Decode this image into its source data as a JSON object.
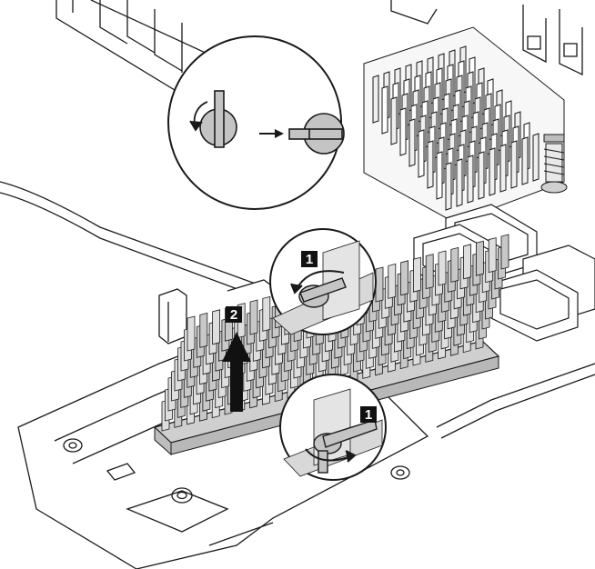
{
  "figure": {
    "steps": [
      {
        "id": "step1-top",
        "label": "1"
      },
      {
        "id": "step2",
        "label": "2"
      },
      {
        "id": "step1-bottom",
        "label": "1"
      }
    ],
    "colors": {
      "line": "#1a1a1a",
      "heatsink_fill": "#c8c8c8",
      "heatsink_top": "#dedede",
      "pin_fill": "#c4c4c4",
      "arrow": "#111111",
      "paper": "#ffffff"
    },
    "icons": [
      "rotate-ccw-icon",
      "rotate-cw-icon",
      "arrow-up-icon",
      "arrow-right-icon"
    ]
  }
}
